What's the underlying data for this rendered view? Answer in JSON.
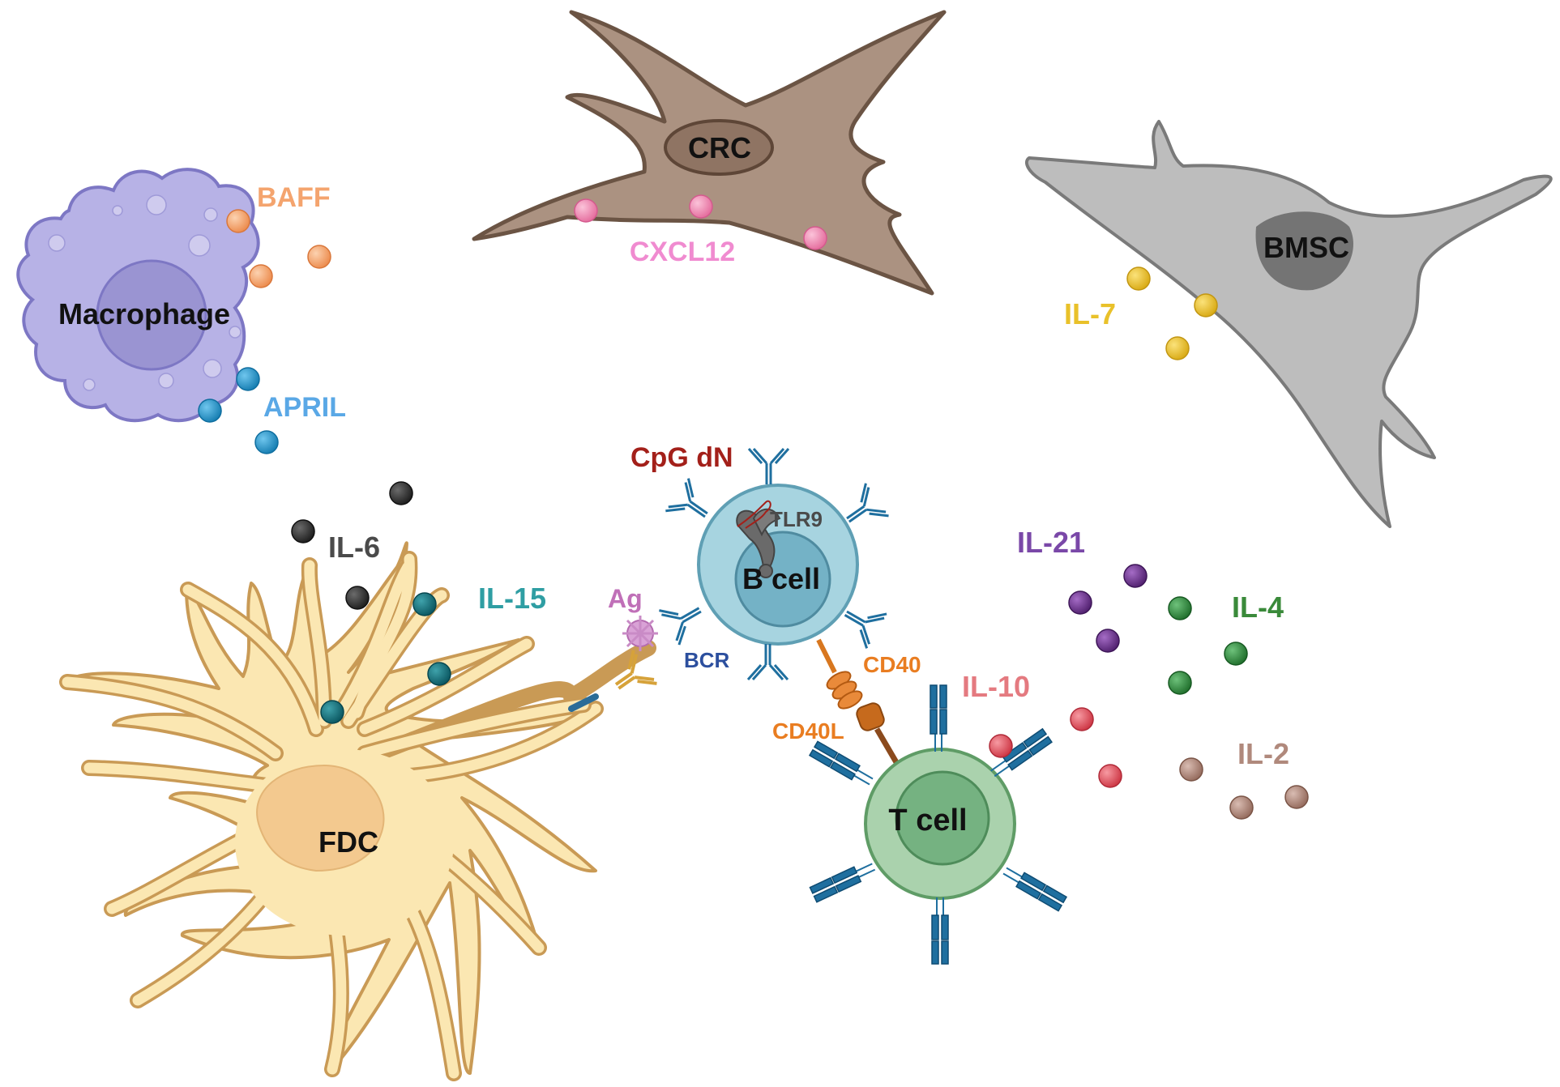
{
  "cells": {
    "macrophage": "Macrophage",
    "crc": "CRC",
    "bmsc": "BMSC",
    "fdc": "FDC",
    "b_cell": "B cell",
    "t_cell": "T cell"
  },
  "factors": {
    "baff": "BAFF",
    "april": "APRIL",
    "cxcl12": "CXCL12",
    "il7": "IL-7",
    "il6": "IL-6",
    "il15": "IL-15",
    "il21": "IL-21",
    "il4": "IL-4",
    "il10": "IL-10",
    "il2": "IL-2"
  },
  "molecules": {
    "cpg": "CpG dN",
    "tlr9": "TLR9",
    "ag": "Ag",
    "bcr": "BCR",
    "cd40": "CD40",
    "cd40l": "CD40L"
  },
  "colors": {
    "baff": "#f4a46e",
    "april": "#1e9ad0",
    "cxcl12": "#f08bb8",
    "il7": "#e9c12a",
    "il6": "#2e2e2e",
    "il15": "#0f6f7a",
    "il21": "#6a2f8c",
    "il4": "#2f8a3c",
    "il10": "#e0525f",
    "il2": "#b0897c",
    "cpg": "#a3201a",
    "cd40": "#e97d21",
    "bcr_label": "#2c4f9e"
  }
}
